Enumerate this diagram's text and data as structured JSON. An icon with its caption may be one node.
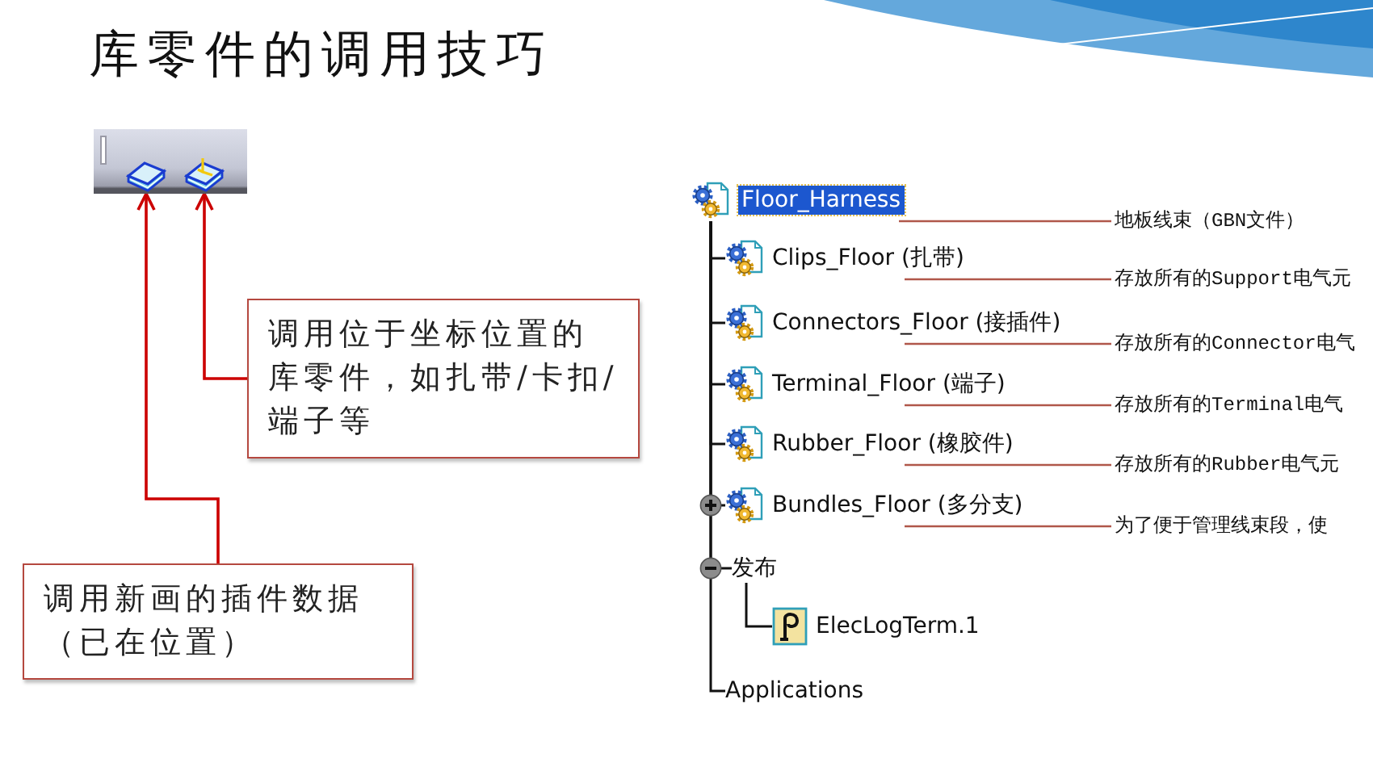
{
  "diagram": {
    "title": "库零件的调用技巧",
    "nodes": [
      {
        "text": [],
        "shape": "bar"
      },
      {
        "text": [],
        "shape": "picture",
        "in": 0
      },
      {
        "text": [],
        "shape": "picture",
        "in": 0
      },
      {
        "text": [
          "调用位于坐标位置的库零件，如扎带/卡扣/端子等"
        ]
      },
      {
        "text": [
          "调用新画的插件数据（已在位置）"
        ]
      },
      {
        "text": [
          "Floor_Harness"
        ]
      },
      {
        "text": [
          "Clips_Floor (扎带)"
        ]
      },
      {
        "text": [
          "Connectors_Floor (接插件)"
        ]
      },
      {
        "text": [
          "Terminal_Floor (端子)"
        ]
      },
      {
        "text": [
          "Rubber_Floor (橡胶件)"
        ]
      },
      {
        "text": [
          "Bundles_Floor (多分支)"
        ]
      },
      {
        "text": [
          "发布"
        ]
      },
      {
        "text": [
          "ElecLogTerm.1"
        ]
      },
      {
        "text": [
          "Applications"
        ]
      },
      {
        "text": [
          "地板线束（GBN文件）"
        ]
      },
      {
        "text": [
          "存放所有的Support电气元"
        ]
      },
      {
        "text": [
          "存放所有的Connector电气"
        ]
      },
      {
        "text": [
          "存放所有的Terminal电气"
        ]
      },
      {
        "text": [
          "存放所有的Rubber电气元"
        ]
      },
      {
        "text": [
          "为了便于管理线束段，使"
        ]
      }
    ],
    "edges": [
      {
        "from": 3,
        "to": 2,
        "arrow": "to",
        "color": "#cc0000"
      },
      {
        "from": 4,
        "to": 1,
        "arrow": "to",
        "color": "#cc0000"
      },
      {
        "from": 5,
        "to": 6,
        "arrow": "none"
      },
      {
        "from": 5,
        "to": 7,
        "arrow": "none"
      },
      {
        "from": 5,
        "to": 8,
        "arrow": "none"
      },
      {
        "from": 5,
        "to": 9,
        "arrow": "none"
      },
      {
        "from": 5,
        "to": 10,
        "arrow": "none"
      },
      {
        "from": 5,
        "to": 11,
        "arrow": "none"
      },
      {
        "from": 5,
        "to": 13,
        "arrow": "none"
      },
      {
        "from": 11,
        "to": 12,
        "arrow": "none"
      },
      {
        "from": 14,
        "to": 5,
        "arrow": "none",
        "color": "#b0574a"
      },
      {
        "from": 15,
        "to": 6,
        "arrow": "none",
        "color": "#b0574a"
      },
      {
        "from": 16,
        "to": 7,
        "arrow": "none",
        "color": "#b0574a"
      },
      {
        "from": 17,
        "to": 8,
        "arrow": "none",
        "color": "#b0574a"
      },
      {
        "from": 18,
        "to": 9,
        "arrow": "none",
        "color": "#b0574a"
      },
      {
        "from": 19,
        "to": 10,
        "arrow": "none",
        "color": "#b0574a"
      }
    ]
  }
}
